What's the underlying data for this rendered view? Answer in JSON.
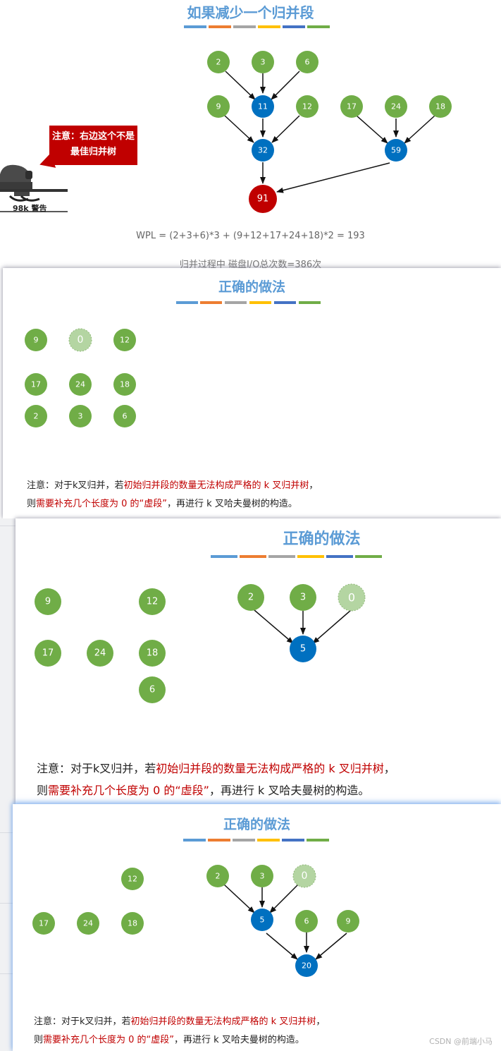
{
  "palette": {
    "green": "#70ad47",
    "blue": "#0070c0",
    "red": "#c00000",
    "virtual": "#b4d5a2",
    "title_blue": "#5b9bd5",
    "bar_colors": [
      "#5b9bd5",
      "#ed7d31",
      "#a5a5a5",
      "#ffc000",
      "#4472c4",
      "#70ad47"
    ]
  },
  "panel1": {
    "title": "如果减少一个归并段",
    "warning": "注意：右边这个不是最佳归并树",
    "soldier_caption": "98k 警告",
    "formula": "WPL = (2+3+6)*3 + (9+12+17+24+18)*2 = 193",
    "io_count": "归并过程中 磁盘I/O总次数=386次",
    "nodes": {
      "n2": "2",
      "n3": "3",
      "n6": "6",
      "n9": "9",
      "n11": "11",
      "n12": "12",
      "n17": "17",
      "n24": "24",
      "n18": "18",
      "n32": "32",
      "n59": "59",
      "n91": "91"
    }
  },
  "panel2": {
    "title": "正确的做法",
    "nodes": {
      "n9": "9",
      "n0": "0",
      "n12": "12",
      "n17": "17",
      "n24": "24",
      "n18": "18",
      "n2": "2",
      "n3": "3",
      "n6": "6"
    },
    "note": {
      "line1_a": "注意：对于k叉归并，若",
      "line1_red": "初始归并段的数量无法构成严格的 k 叉归并树",
      "line1_b": "，",
      "line2_a": "则",
      "line2_red": "需要补充几个长度为 0 的“虚段”",
      "line2_b": "，再进行 k 叉哈夫曼树的构造。"
    }
  },
  "panel3": {
    "title": "正确的做法",
    "nodes": {
      "n9": "9",
      "n12": "12",
      "n17": "17",
      "n24": "24",
      "n18": "18",
      "n6": "6",
      "n2": "2",
      "n3": "3",
      "n0": "0",
      "n5": "5"
    },
    "note": {
      "line1_a": "注意：对于k叉归并，若",
      "line1_red": "初始归并段的数量无法构成严格的 k 叉归并树",
      "line1_b": "，",
      "line2_a": "则",
      "line2_red": "需要补充几个长度为 0 的“虚段”",
      "line2_b": "，再进行 k 叉哈夫曼树的构造。"
    }
  },
  "panel4": {
    "title": "正确的做法",
    "nodes": {
      "n12": "12",
      "n17": "17",
      "n24": "24",
      "n18": "18",
      "n2": "2",
      "n3": "3",
      "n0": "0",
      "n5": "5",
      "n6": "6",
      "n9": "9",
      "n20": "20"
    },
    "note": {
      "line1_a": "注意：对于k叉归并，若",
      "line1_red": "初始归并段的数量无法构成严格的 k 叉归并树",
      "line1_b": "，",
      "line2_a": "则",
      "line2_red": "需要补充几个长度为 0 的“虚段”",
      "line2_b": "，再进行 k 叉哈夫曼树的构造。"
    },
    "watermark": "CSDN @前端小马"
  }
}
